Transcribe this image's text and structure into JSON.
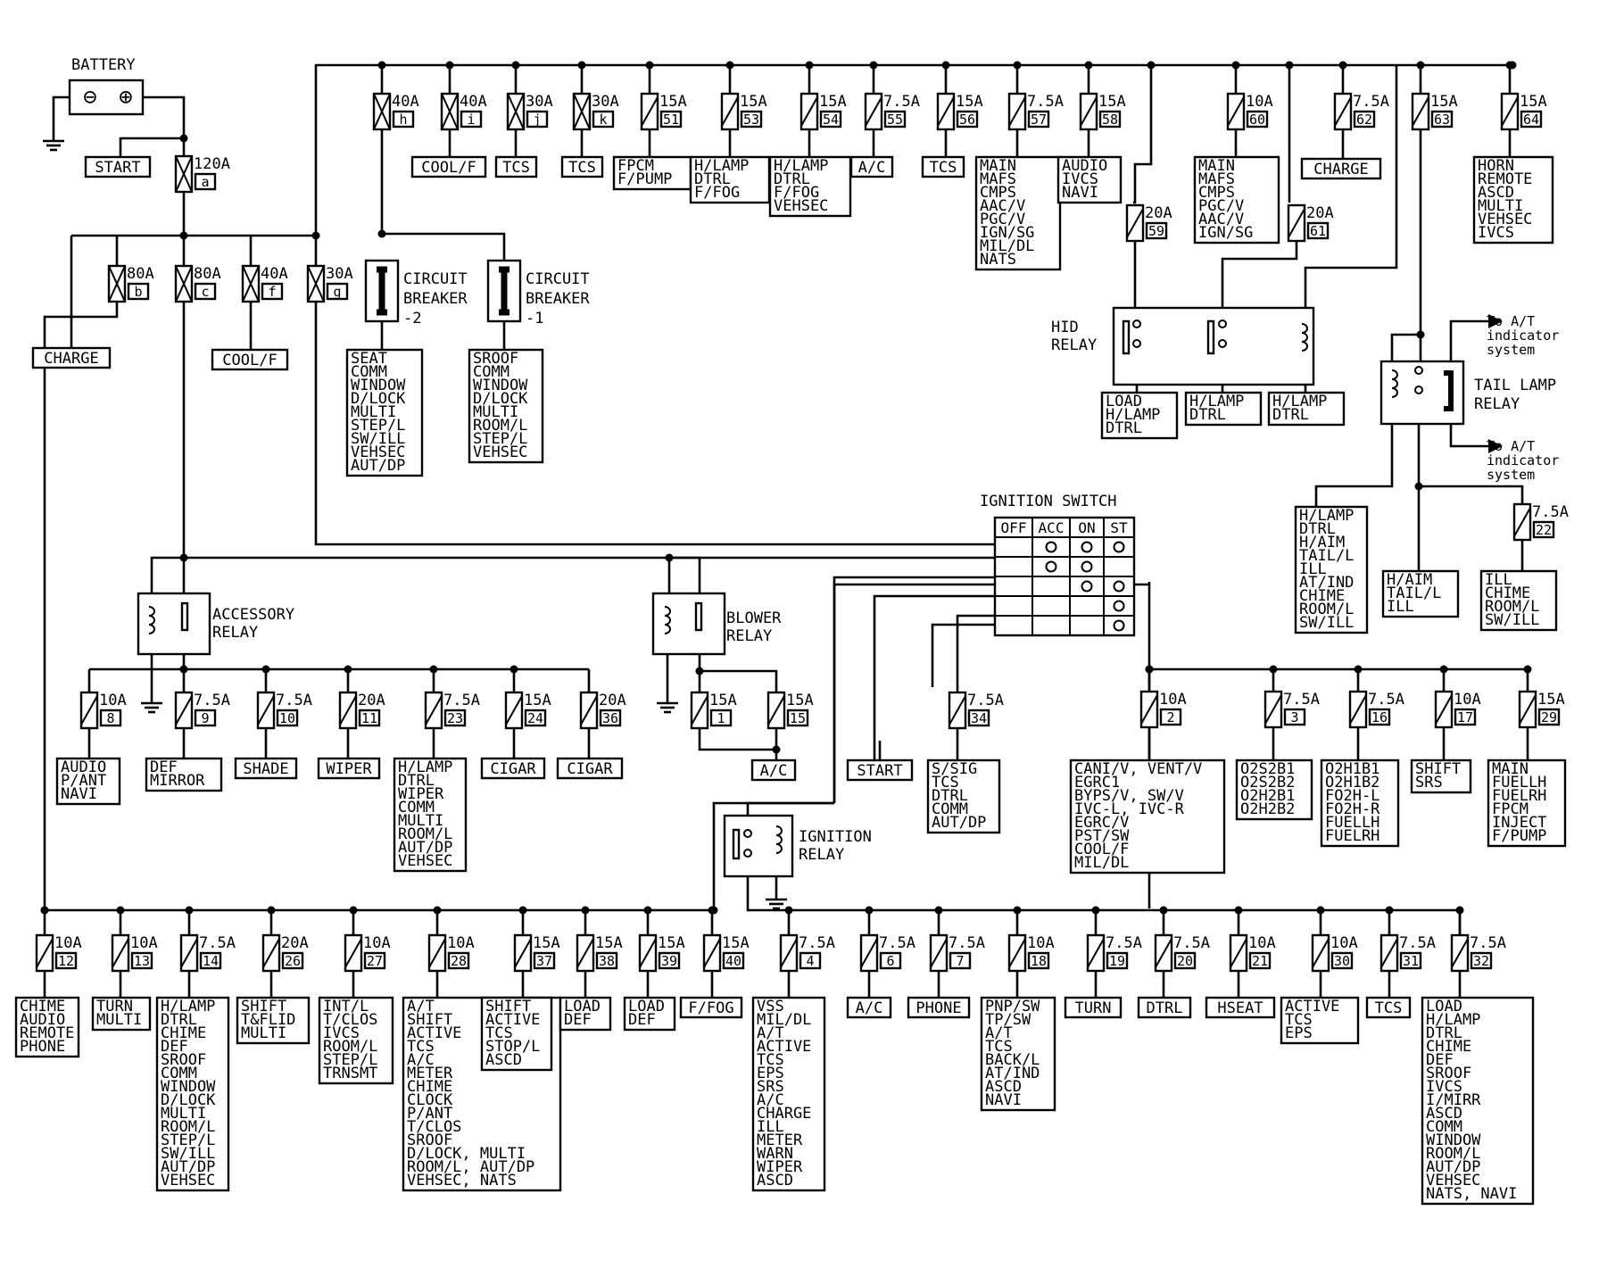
{
  "battery": {
    "label": "BATTERY",
    "neg": "⊖",
    "pos": "⊕"
  },
  "start_box": "START",
  "main_fuse": {
    "rating": "120A",
    "id": "a"
  },
  "left_fuses": [
    {
      "rating": "80A",
      "id": "b"
    },
    {
      "rating": "80A",
      "id": "c"
    },
    {
      "rating": "40A",
      "id": "f"
    },
    {
      "rating": "30A",
      "id": "g"
    }
  ],
  "left_outputs": [
    "CHARGE",
    "COOL/F"
  ],
  "top_fuses": [
    {
      "rating": "40A",
      "id": "h",
      "load": []
    },
    {
      "rating": "40A",
      "id": "i",
      "load": [
        "COOL/F"
      ]
    },
    {
      "rating": "30A",
      "id": "j",
      "load": [
        "TCS"
      ]
    },
    {
      "rating": "30A",
      "id": "k",
      "load": [
        "TCS"
      ]
    },
    {
      "rating": "15A",
      "id": "51",
      "load": [
        "FPCM",
        "F/PUMP"
      ]
    },
    {
      "rating": "15A",
      "id": "53",
      "load": [
        "H/LAMP",
        "DTRL",
        "F/FOG"
      ]
    },
    {
      "rating": "15A",
      "id": "54",
      "load": [
        "H/LAMP",
        "DTRL",
        "F/FOG",
        "VEHSEC"
      ]
    },
    {
      "rating": "7.5A",
      "id": "55",
      "load": [
        "A/C"
      ]
    },
    {
      "rating": "15A",
      "id": "56",
      "load": [
        "TCS"
      ]
    },
    {
      "rating": "7.5A",
      "id": "57",
      "load": [
        "MAIN",
        "MAFS",
        "CMPS",
        "AAC/V",
        "PGC/V",
        "IGN/SG",
        "MIL/DL",
        "NATS"
      ]
    },
    {
      "rating": "15A",
      "id": "58",
      "load": [
        "AUDIO",
        "IVCS",
        "NAVI"
      ]
    },
    {
      "rating": "10A",
      "id": "60",
      "load": [
        "MAIN",
        "MAFS",
        "CMPS",
        "PGC/V",
        "AAC/V",
        "IGN/SG"
      ]
    },
    {
      "rating": "7.5A",
      "id": "62",
      "load": [
        "CHARGE"
      ]
    },
    {
      "rating": "15A",
      "id": "63",
      "load": []
    },
    {
      "rating": "15A",
      "id": "64",
      "load": [
        "HORN",
        "REMOTE",
        "ASCD",
        "MULTI",
        "VEHSEC",
        "IVCS"
      ]
    }
  ],
  "hid_fuses": [
    {
      "rating": "20A",
      "id": "59"
    },
    {
      "rating": "20A",
      "id": "61"
    }
  ],
  "hid_relay": {
    "label": [
      "HID",
      "RELAY"
    ]
  },
  "hid_loads": [
    [
      "LOAD",
      "H/LAMP",
      "DTRL"
    ],
    [
      "H/LAMP",
      "DTRL"
    ],
    [
      "H/LAMP",
      "DTRL"
    ]
  ],
  "breakers": [
    {
      "label": [
        "CIRCUIT",
        "BREAKER",
        "-2"
      ],
      "load": [
        "SEAT",
        "COMM",
        "WINDOW",
        "D/LOCK",
        "MULTI",
        "STEP/L",
        "SW/ILL",
        "VEHSEC",
        "AUT/DP"
      ]
    },
    {
      "label": [
        "CIRCUIT",
        "BREAKER",
        "-1"
      ],
      "load": [
        "SROOF",
        "COMM",
        "WINDOW",
        "D/LOCK",
        "MULTI",
        "ROOM/L",
        "STEP/L",
        "VEHSEC"
      ]
    }
  ],
  "tail_relay": {
    "label": [
      "TAIL LAMP",
      "RELAY"
    ],
    "to_at_1": [
      "To A/T",
      "indicator",
      "system"
    ],
    "to_at_2": [
      "To A/T",
      "indicator",
      "system"
    ],
    "load_a": [
      "H/LAMP",
      "DTRL",
      "H/AIM",
      "TAIL/L",
      "ILL",
      "AT/IND",
      "CHIME",
      "ROOM/L",
      "SW/ILL"
    ],
    "load_b": [
      "H/AIM",
      "TAIL/L",
      "ILL"
    ]
  },
  "fuse_22": {
    "rating": "7.5A",
    "id": "22",
    "load": [
      "ILL",
      "CHIME",
      "ROOM/L",
      "SW/ILL"
    ]
  },
  "ignition_switch": {
    "title": "IGNITION SWITCH",
    "cols": [
      "OFF",
      "ACC",
      "ON",
      "ST"
    ]
  },
  "accessory_relay": {
    "label": [
      "ACCESSORY",
      "RELAY"
    ]
  },
  "blower_relay": {
    "label": [
      "BLOWER",
      "RELAY"
    ]
  },
  "ignition_relay": {
    "label": [
      "IGNITION",
      "RELAY"
    ]
  },
  "acc_fuses": [
    {
      "rating": "10A",
      "id": "8",
      "load": [
        "AUDIO",
        "P/ANT",
        "NAVI"
      ]
    },
    {
      "rating": "7.5A",
      "id": "9",
      "load": [
        "DEF",
        "MIRROR"
      ]
    },
    {
      "rating": "7.5A",
      "id": "10",
      "load": [
        "SHADE"
      ]
    },
    {
      "rating": "20A",
      "id": "11",
      "load": [
        "WIPER"
      ]
    },
    {
      "rating": "7.5A",
      "id": "23",
      "load": [
        "H/LAMP",
        "DTRL",
        "WIPER",
        "COMM",
        "MULTI",
        "ROOM/L",
        "AUT/DP",
        "VEHSEC"
      ]
    },
    {
      "rating": "15A",
      "id": "24",
      "load": [
        "CIGAR"
      ]
    },
    {
      "rating": "20A",
      "id": "36",
      "load": [
        "CIGAR"
      ]
    }
  ],
  "blower_fuses": [
    {
      "rating": "15A",
      "id": "1"
    },
    {
      "rating": "15A",
      "id": "15"
    }
  ],
  "blower_load": [
    "A/C"
  ],
  "start_out": "START",
  "fuse_34": {
    "rating": "7.5A",
    "id": "34",
    "load": [
      "S/SIG",
      "TCS",
      "DTRL",
      "COMM",
      "AUT/DP"
    ]
  },
  "right_fuses": [
    {
      "rating": "10A",
      "id": "2",
      "load": [
        "CANI/V, VENT/V",
        "EGRC1",
        "BYPS/V, SW/V",
        "IVC-L, IVC-R",
        "EGRC/V",
        "PST/SW",
        "COOL/F",
        "MIL/DL"
      ]
    },
    {
      "rating": "7.5A",
      "id": "3",
      "load": [
        "O2S2B1",
        "O2S2B2",
        "O2H2B1",
        "O2H2B2"
      ]
    },
    {
      "rating": "7.5A",
      "id": "16",
      "load": [
        "O2H1B1",
        "O2H1B2",
        "FO2H-L",
        "FO2H-R",
        "FUELLH",
        "FUELRH"
      ]
    },
    {
      "rating": "10A",
      "id": "17",
      "load": [
        "SHIFT",
        "SRS"
      ]
    },
    {
      "rating": "15A",
      "id": "29",
      "load": [
        "MAIN",
        "FUELLH",
        "FUELRH",
        "FPCM",
        "INJECT",
        "F/PUMP"
      ]
    }
  ],
  "bottom_left_fuses": [
    {
      "rating": "10A",
      "id": "12",
      "load": [
        "CHIME",
        "AUDIO",
        "REMOTE",
        "PHONE"
      ]
    },
    {
      "rating": "10A",
      "id": "13",
      "load": [
        "TURN",
        "MULTI"
      ]
    },
    {
      "rating": "7.5A",
      "id": "14",
      "load": [
        "H/LAMP",
        "DTRL",
        "CHIME",
        "DEF",
        "SROOF",
        "COMM",
        "WINDOW",
        "D/LOCK",
        "MULTI",
        "ROOM/L",
        "STEP/L",
        "SW/ILL",
        "AUT/DP",
        "VEHSEC"
      ]
    },
    {
      "rating": "20A",
      "id": "26",
      "load": [
        "SHIFT",
        "T&FLID",
        "MULTI"
      ]
    },
    {
      "rating": "10A",
      "id": "27",
      "load": [
        "INT/L",
        "T/CLOS",
        "IVCS",
        "ROOM/L",
        "STEP/L",
        "TRNSMT"
      ]
    },
    {
      "rating": "10A",
      "id": "28",
      "load": [
        "A/T",
        "SHIFT",
        "ACTIVE",
        "TCS",
        "A/C",
        "METER",
        "CHIME",
        "CLOCK",
        "P/ANT",
        "T/CLOS",
        "SROOF",
        "D/LOCK, MULTI",
        "ROOM/L, AUT/DP",
        "VEHSEC, NATS"
      ]
    },
    {
      "rating": "15A",
      "id": "37",
      "load": [
        "SHIFT",
        "ACTIVE",
        "TCS",
        "STOP/L",
        "ASCD"
      ]
    },
    {
      "rating": "15A",
      "id": "38",
      "load": [
        "LOAD",
        "DEF"
      ]
    },
    {
      "rating": "15A",
      "id": "39",
      "load": [
        "LOAD",
        "DEF"
      ]
    },
    {
      "rating": "15A",
      "id": "40",
      "load": [
        "F/FOG"
      ]
    }
  ],
  "bottom_right_fuses": [
    {
      "rating": "7.5A",
      "id": "4",
      "load": [
        "VSS",
        "MIL/DL",
        "A/T",
        "ACTIVE",
        "TCS",
        "EPS",
        "SRS",
        "A/C",
        "CHARGE",
        "ILL",
        "METER",
        "WARN",
        "WIPER",
        "ASCD"
      ]
    },
    {
      "rating": "7.5A",
      "id": "6",
      "load": [
        "A/C"
      ]
    },
    {
      "rating": "7.5A",
      "id": "7",
      "load": [
        "PHONE"
      ]
    },
    {
      "rating": "10A",
      "id": "18",
      "load": [
        "PNP/SW",
        "TP/SW",
        "A/T",
        "TCS",
        "BACK/L",
        "AT/IND",
        "ASCD",
        "NAVI"
      ]
    },
    {
      "rating": "7.5A",
      "id": "19",
      "load": [
        "TURN"
      ]
    },
    {
      "rating": "7.5A",
      "id": "20",
      "load": [
        "DTRL"
      ]
    },
    {
      "rating": "10A",
      "id": "21",
      "load": [
        "HSEAT"
      ]
    },
    {
      "rating": "10A",
      "id": "30",
      "load": [
        "ACTIVE",
        "TCS",
        "EPS"
      ]
    },
    {
      "rating": "7.5A",
      "id": "31",
      "load": [
        "TCS"
      ]
    },
    {
      "rating": "7.5A",
      "id": "32",
      "load": [
        "LOAD",
        "H/LAMP",
        "DTRL",
        "CHIME",
        "DEF",
        "SROOF",
        "IVCS",
        "I/MIRR",
        "ASCD",
        "COMM",
        "WINDOW",
        "ROOM/L",
        "AUT/DP",
        "VEHSEC",
        "NATS, NAVI"
      ]
    }
  ]
}
